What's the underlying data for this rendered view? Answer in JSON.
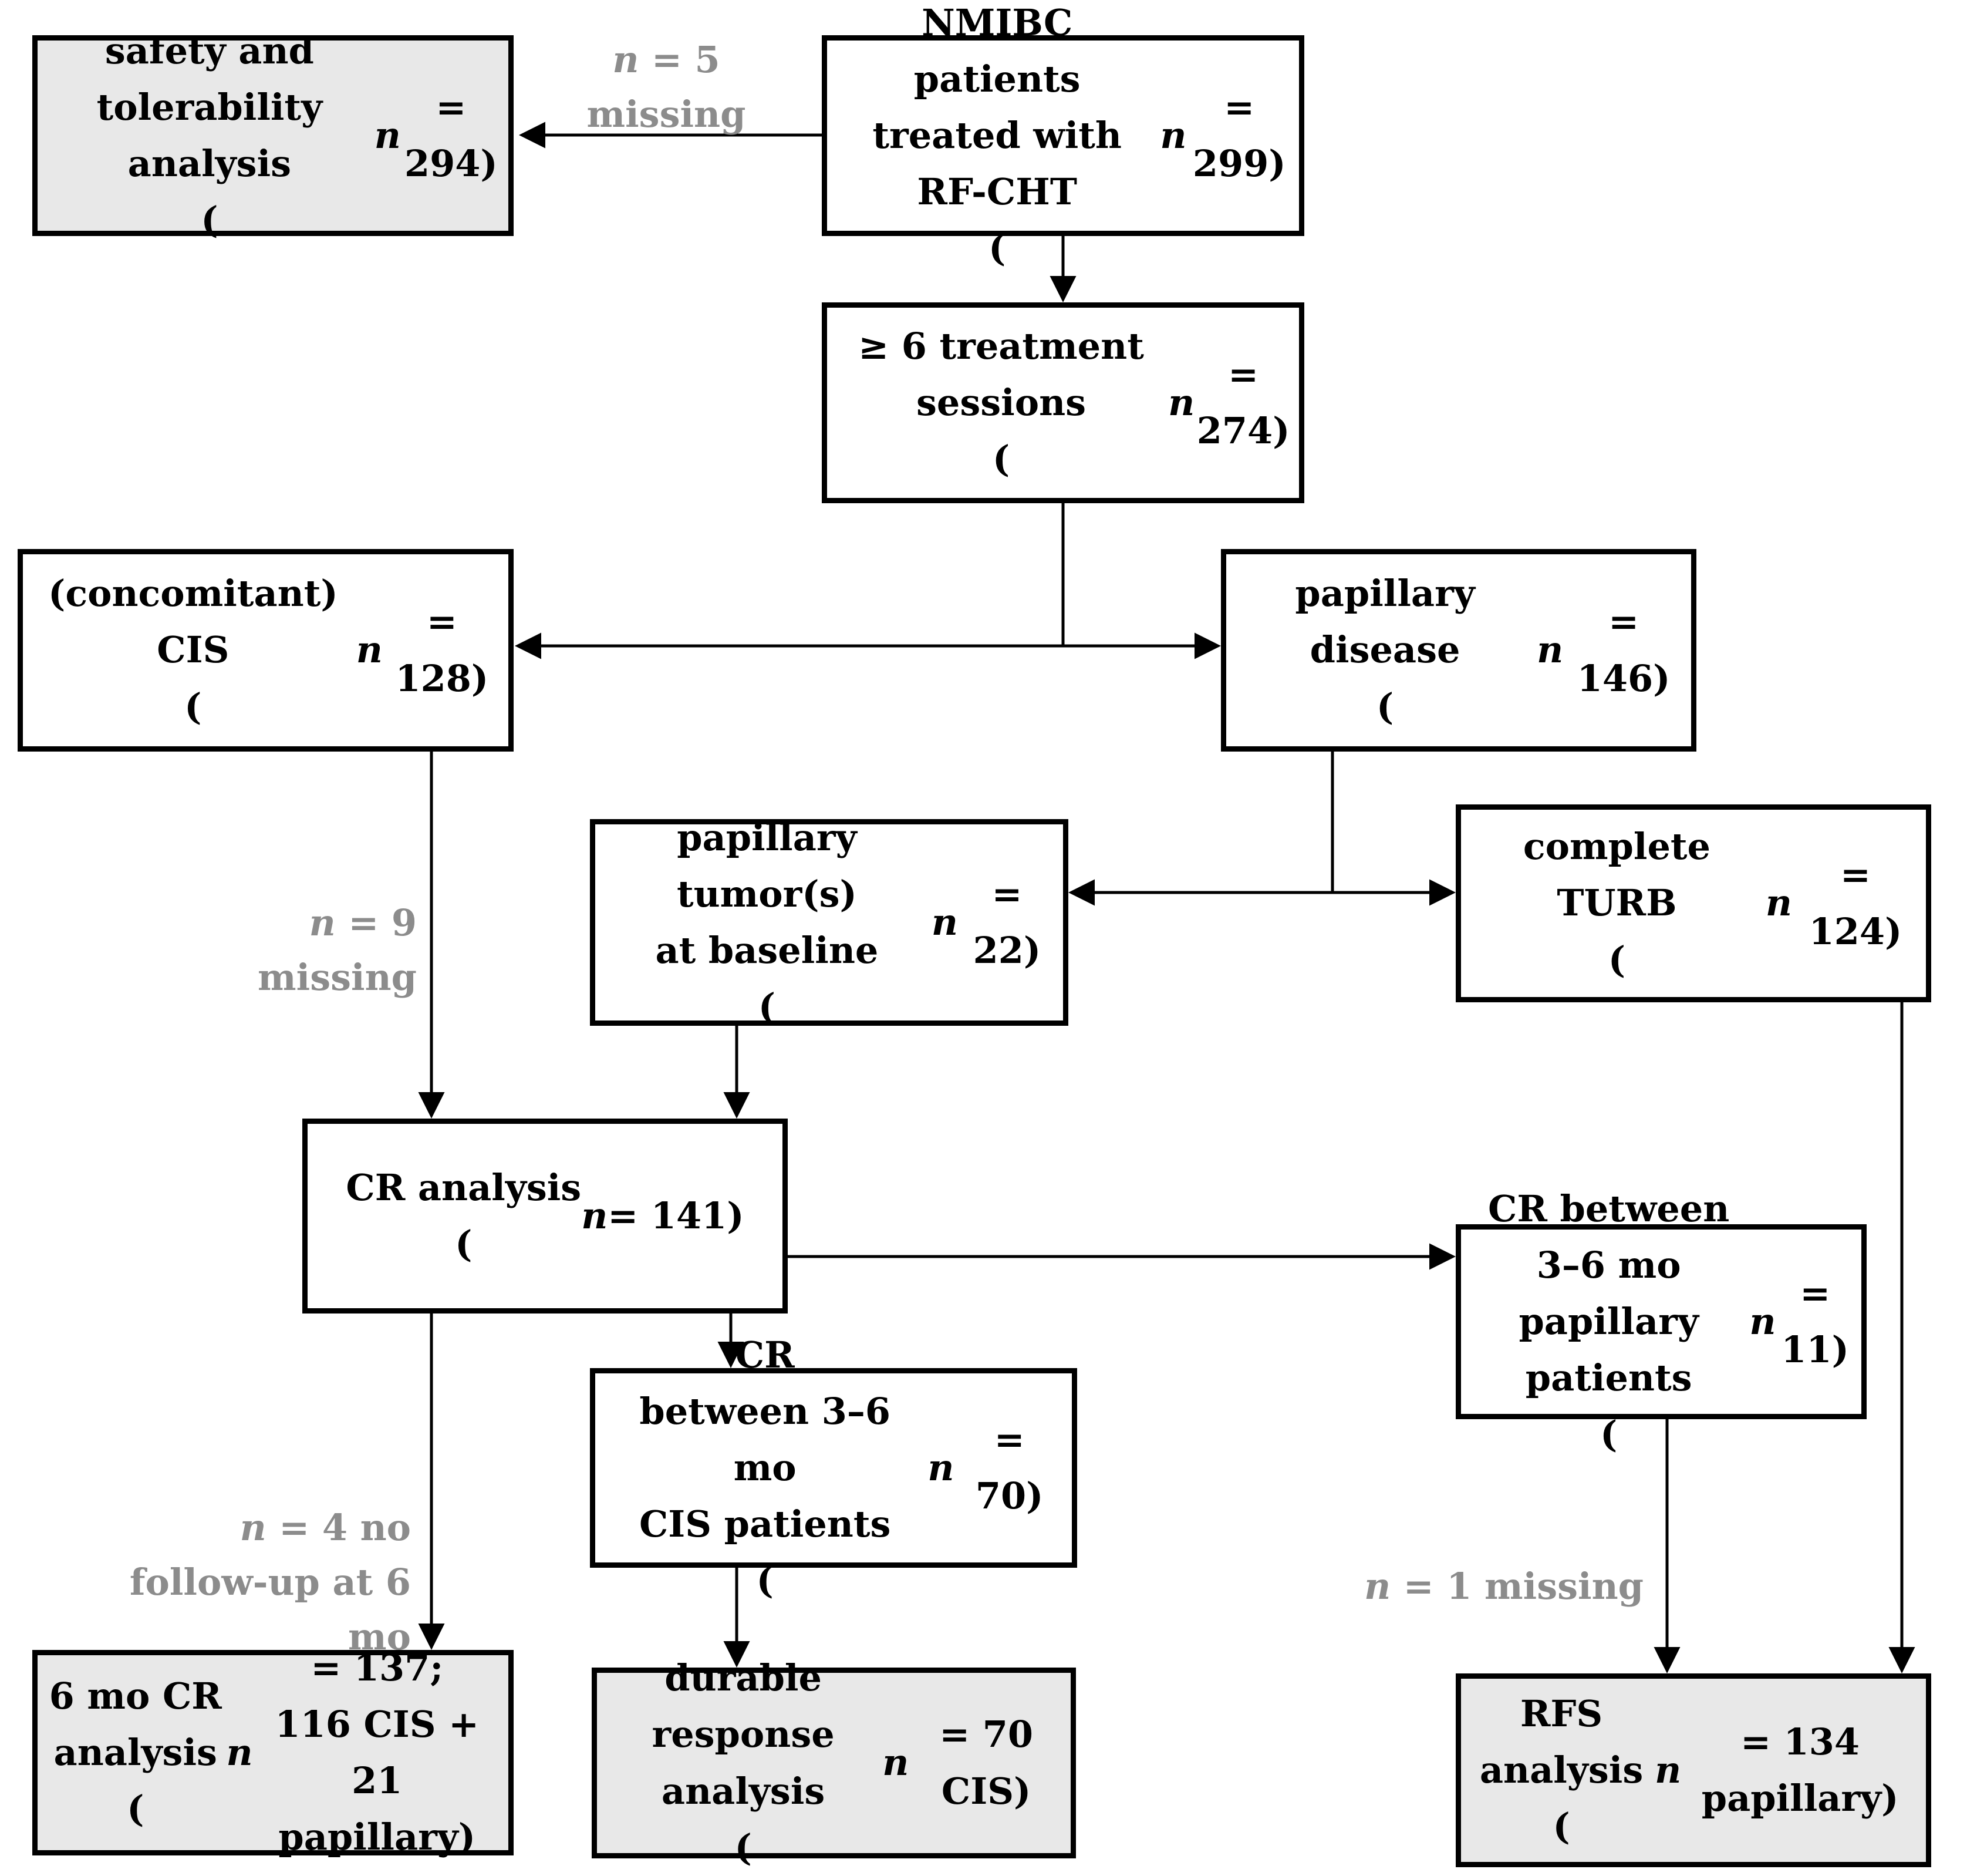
{
  "diagram": {
    "type": "patient-flow-chart",
    "nodes": {
      "safety": {
        "label_lines": [
          "safety and tolerability",
          "analysis",
          "(n = 294)"
        ],
        "shaded": true
      },
      "nmibc": {
        "label_lines": [
          "NMIBC patients",
          "treated with RF-CHT",
          "(n = 299)"
        ],
        "shaded": false
      },
      "sessions": {
        "label_lines": [
          "≥ 6 treatment sessions",
          "(n = 274)"
        ],
        "shaded": false
      },
      "cis": {
        "label_lines": [
          "(concomitant) CIS",
          "(n = 128)"
        ],
        "shaded": false
      },
      "papillary_disease": {
        "label_lines": [
          "papillary disease",
          "(n = 146)"
        ],
        "shaded": false
      },
      "papillary_tumors": {
        "label_lines": [
          "papillary tumor(s)",
          "at baseline",
          "(n = 22)"
        ],
        "shaded": false
      },
      "complete_turb": {
        "label_lines": [
          "complete TURB",
          "(n = 124)"
        ],
        "shaded": false
      },
      "cr_analysis": {
        "label_lines": [
          "CR analysis",
          "(n = 141)"
        ],
        "shaded": false
      },
      "cr_papillary": {
        "label_lines": [
          "CR between 3–6 mo",
          "papillary patients",
          "(n = 11)"
        ],
        "shaded": false
      },
      "cr_cis": {
        "label_lines": [
          "CR",
          "between 3–6 mo",
          "CIS patients",
          "(n = 70)"
        ],
        "shaded": false
      },
      "six_mo_cr": {
        "label_lines": [
          "6 mo CR analysis",
          "(n = 137;",
          "116 CIS + 21 papillary)"
        ],
        "shaded": true
      },
      "durable": {
        "label_lines": [
          "durable response",
          "analysis",
          "(n = 70 CIS)"
        ],
        "shaded": true
      },
      "rfs": {
        "label_lines": [
          "RFS analysis",
          "(n = 134 papillary)"
        ],
        "shaded": true
      }
    },
    "edge_labels": {
      "missing_5": [
        "n = 5",
        "missing"
      ],
      "missing_9": [
        "n = 9",
        "missing"
      ],
      "no_followup_4": [
        "n = 4 no",
        "follow-up at 6 mo"
      ],
      "missing_1": [
        "n = 1 missing"
      ]
    },
    "colors": {
      "box_fill_shaded": "#e8e8e8",
      "box_fill": "#ffffff",
      "box_border": "#000000",
      "connector": "#000000",
      "edge_label_text": "#8c8c8c",
      "background": "#ffffff"
    }
  }
}
